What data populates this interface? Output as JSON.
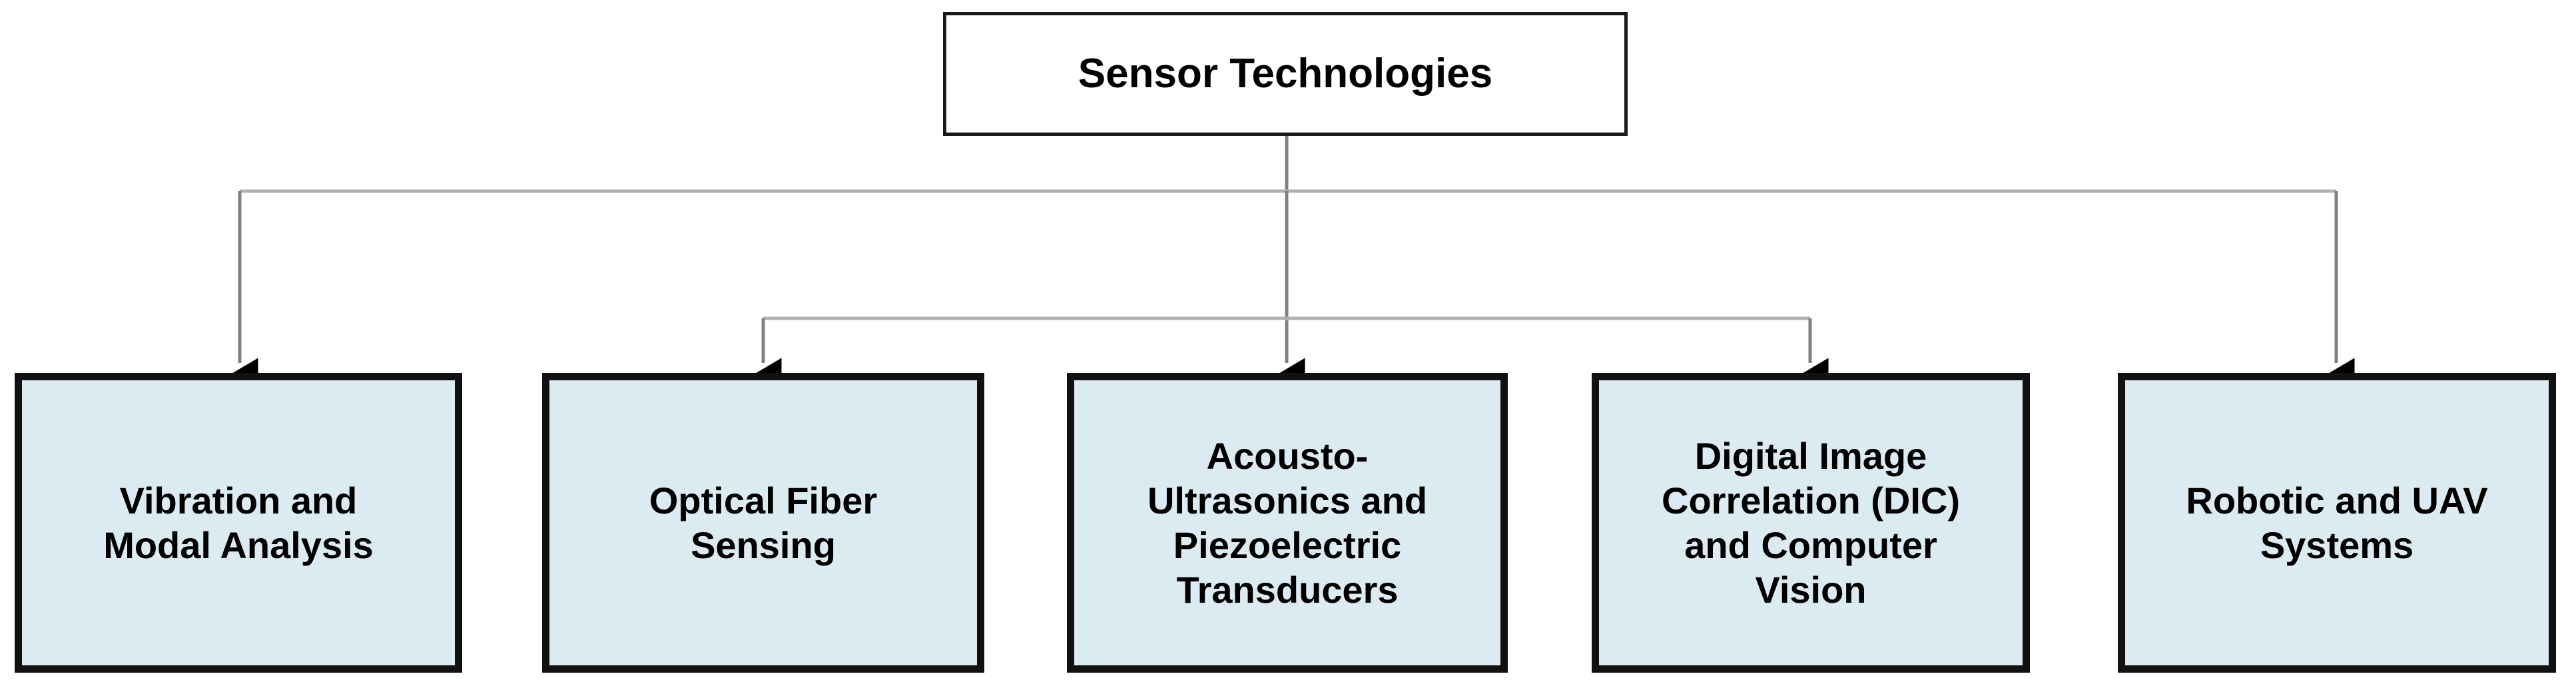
{
  "diagram": {
    "title": "Sensor Technologies",
    "type": "hierarchy-tree",
    "orientation": "top-down",
    "background_color": "#ffffff",
    "root": {
      "id": "sensor-technologies",
      "label": "Sensor Technologies",
      "fill_color": "#ffffff",
      "border_color": "#1a1a1a"
    },
    "children": [
      {
        "id": "vibration-and-modal-analysis",
        "label": "Vibration and\nModal Analysis",
        "fill_color": "#dcebf1",
        "border_color": "#111111"
      },
      {
        "id": "optical-fiber-sensing",
        "label": "Optical Fiber\nSensing",
        "fill_color": "#dcebf1",
        "border_color": "#111111"
      },
      {
        "id": "acousto-ultrasonics-and-piezoelectric-transducers",
        "label": "Acousto-\nUltrasonics and\nPiezoelectric\nTransducers",
        "fill_color": "#dcebf1",
        "border_color": "#111111"
      },
      {
        "id": "digital-image-correlation-and-computer-vision",
        "label": "Digital Image\nCorrelation (DIC)\nand Computer\nVision",
        "fill_color": "#dcebf1",
        "border_color": "#111111"
      },
      {
        "id": "robotic-and-uav-systems",
        "label": "Robotic and UAV\nSystems",
        "fill_color": "#dcebf1",
        "border_color": "#111111"
      }
    ],
    "connectors": {
      "line_color": "#808080",
      "arrow_color": "#000000",
      "style": "orthogonal-elbow-with-arrowheads",
      "edges": [
        {
          "from": "sensor-technologies",
          "to": "vibration-and-modal-analysis"
        },
        {
          "from": "sensor-technologies",
          "to": "optical-fiber-sensing"
        },
        {
          "from": "sensor-technologies",
          "to": "acousto-ultrasonics-and-piezoelectric-transducers"
        },
        {
          "from": "sensor-technologies",
          "to": "digital-image-correlation-and-computer-vision"
        },
        {
          "from": "sensor-technologies",
          "to": "robotic-and-uav-systems"
        }
      ]
    }
  }
}
